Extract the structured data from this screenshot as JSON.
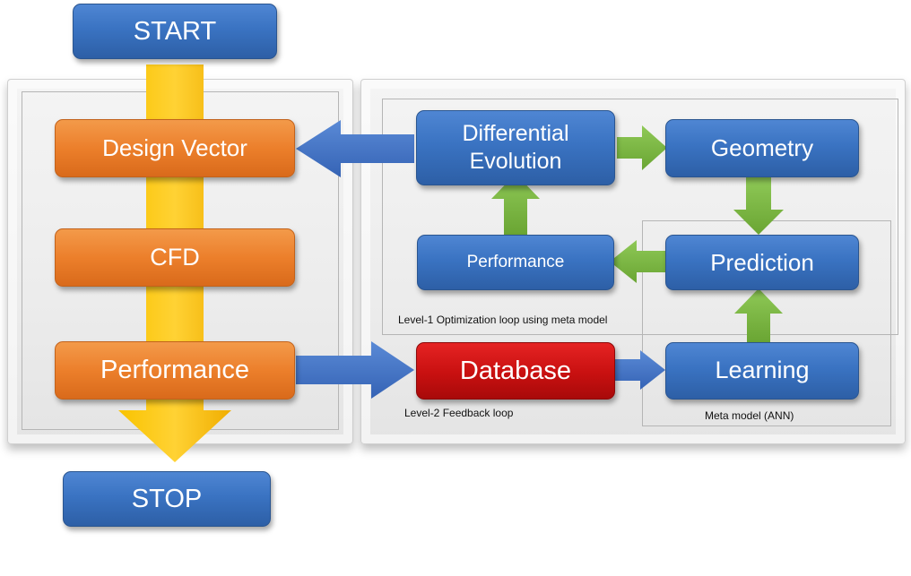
{
  "nodes": {
    "start": "START",
    "design_vector": "Design Vector",
    "cfd": "CFD",
    "performance_main": "Performance",
    "stop": "STOP",
    "differential_evolution": "Differential\nEvolution",
    "geometry": "Geometry",
    "performance_loop": "Performance",
    "prediction": "Prediction",
    "database": "Database",
    "learning": "Learning"
  },
  "captions": {
    "level1": "Level-1 Optimization loop using meta model",
    "level2": "Level-2 Feedback loop",
    "meta_model": "Meta model (ANN)"
  },
  "colors": {
    "node_blue": "#3a73c2",
    "node_orange": "#ec7f2b",
    "node_red": "#c81010",
    "main_flow_arrow": "#f5b700",
    "loop_arrow_green": "#77b33e",
    "connector_arrow_blue": "#3f6fc2"
  }
}
